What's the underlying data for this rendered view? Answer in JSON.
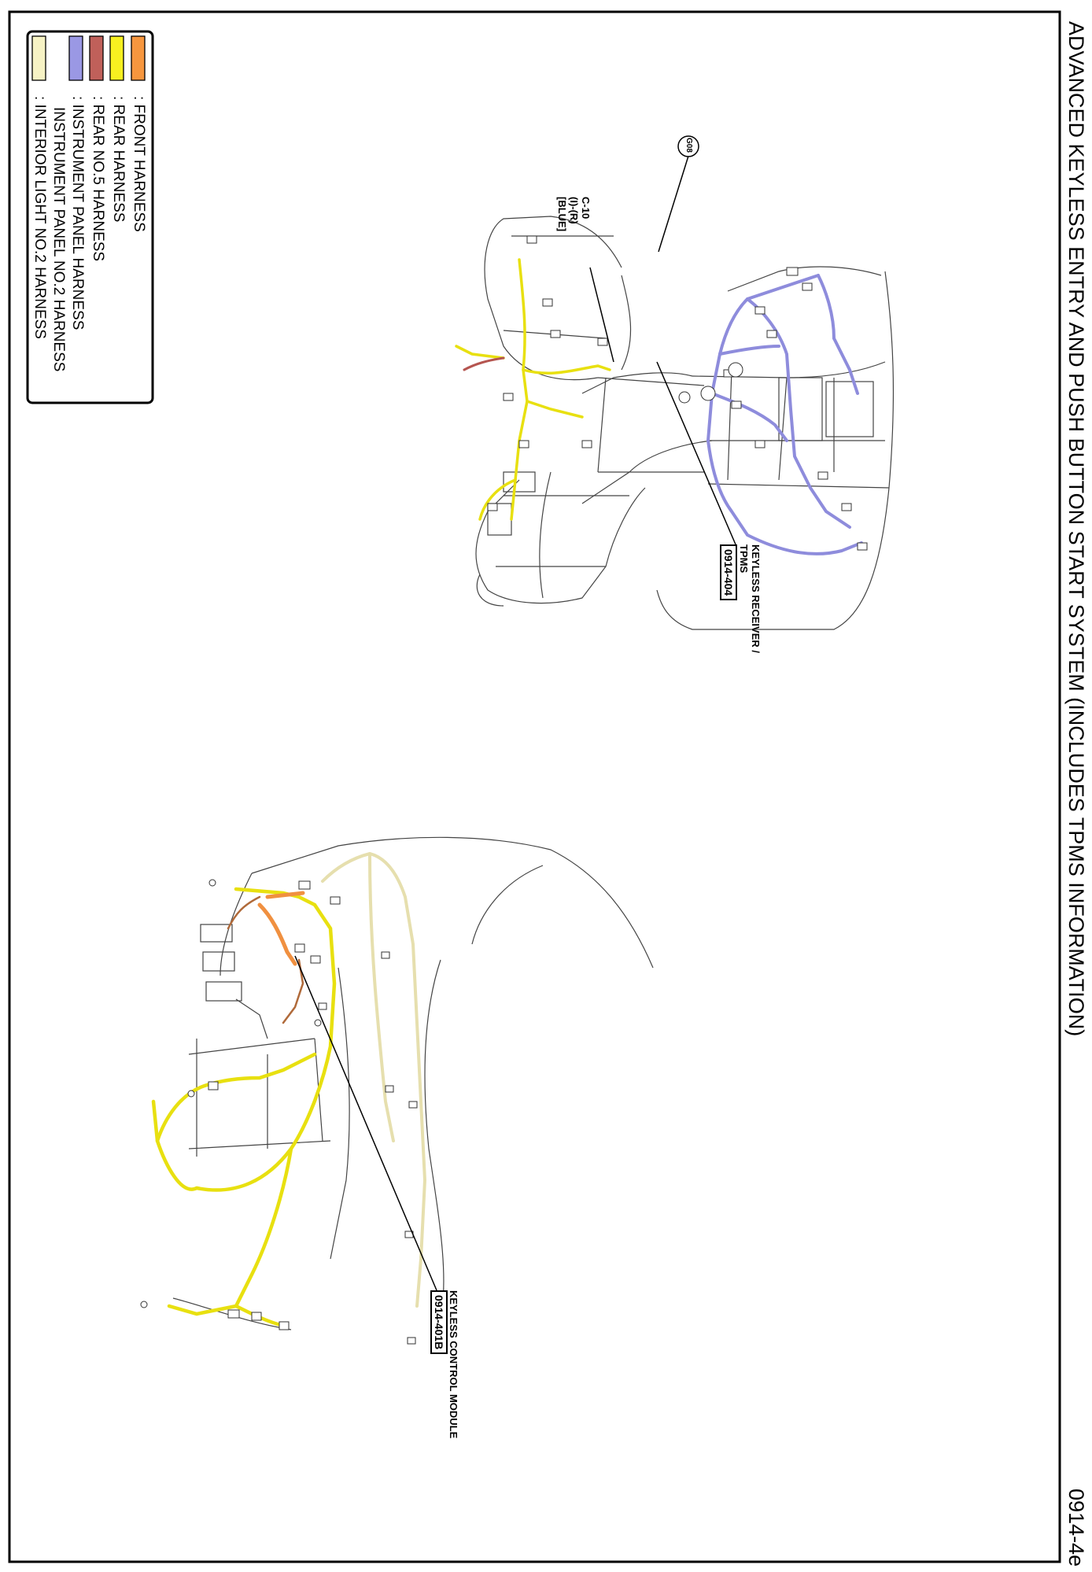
{
  "page": {
    "title": "ADVANCED KEYLESS ENTRY AND PUSH BUTTON START SYSTEM (INCLUDES TPMS INFORMATION)",
    "code": "0914-4e"
  },
  "legend": [
    {
      "label": ": FRONT HARNESS",
      "color": "#f6963e"
    },
    {
      "label": ": REAR HARNESS",
      "color": "#f7f020"
    },
    {
      "label": ": REAR NO.5 HARNESS",
      "color": "#c0605a"
    },
    {
      "label": ": INSTRUMENT PANEL HARNESS",
      "color": "#9a98e4"
    },
    {
      "label": "INSTRUMENT PANEL NO.2 HARNESS",
      "color": ""
    },
    {
      "label": ": INTERIOR LIGHT NO.2 HARNESS",
      "color": "#f6f2c4"
    }
  ],
  "callouts": {
    "ground": "G08",
    "connector": {
      "id": "C-10",
      "pins": "(I)-(R)",
      "color": "[BLUE]"
    },
    "receiver": {
      "name_line1": "KEYLESS RECEIVER /",
      "name_line2": "TPMS",
      "code": "0914-404"
    },
    "module": {
      "name": "KEYLESS CONTROL MODULE",
      "code": "0914-401B"
    }
  }
}
